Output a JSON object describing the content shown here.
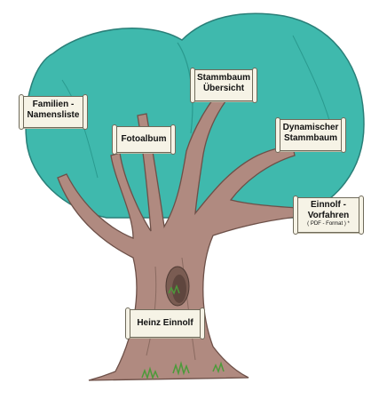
{
  "scrolls": {
    "familien": {
      "line1": "Familien -",
      "line2": "Namensliste"
    },
    "fotoalbum": {
      "label": "Fotoalbum"
    },
    "stammbaum_uebersicht": {
      "line1": "Stammbaum",
      "line2": "Übersicht"
    },
    "dynamischer": {
      "line1": "Dynamischer",
      "line2": "Stammbaum"
    },
    "einnolf_vorfahren": {
      "line1": "Einnolf -",
      "line2": "Vorfahren",
      "line3": "( PDF - Format ) *"
    },
    "heinz": {
      "label": "Heinz Einnolf"
    }
  },
  "colors": {
    "foliage": "#3fb9ad",
    "foliage_dark": "#2a9a8f",
    "trunk": "#b08a80",
    "trunk_dark": "#7a5c52",
    "grass": "#4c9a3a",
    "scroll_fill": "#f6f3e6"
  }
}
